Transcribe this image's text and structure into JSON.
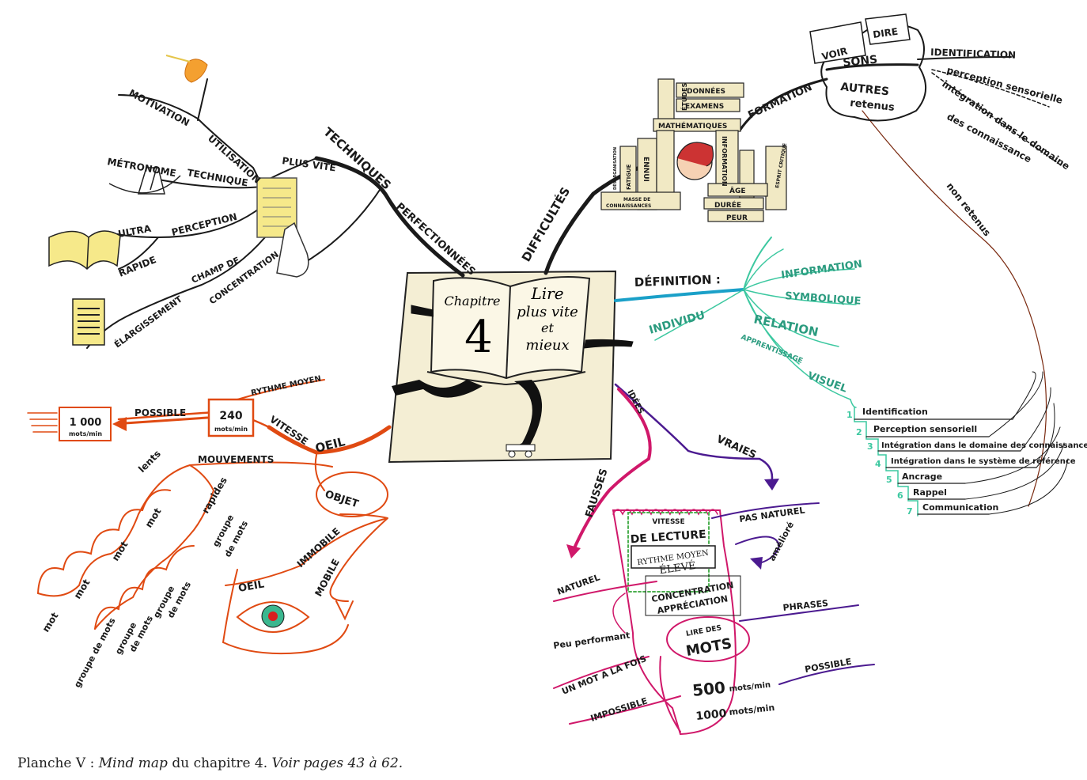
{
  "center": {
    "book_left": "Chapitre",
    "book_left_num": "4",
    "book_right_1": "Lire",
    "book_right_2": "plus vite",
    "book_right_3": "et",
    "book_right_4": "mieux"
  },
  "techniques": {
    "main_1": "TECHNIQUES",
    "main_2": "PERFECTIONNÉES",
    "plus_vite": "PLUS VITE",
    "utilisation": "UTILISATION",
    "motivation": "MOTIVATION",
    "technique": "TECHNIQUE",
    "metronome": "MÉTRONOME",
    "ultra": "ULTRA",
    "rapide": "RAPIDE",
    "perception": "PERCEPTION",
    "champ_de": "CHAMP DE",
    "concentration": "CONCENTRATION",
    "elargissement": "ÉLARGISSEMENT"
  },
  "difficultes": {
    "main": "DIFFICULTÉS",
    "formation": "FORMATION",
    "voir": "VOIR",
    "dire": "DIRE",
    "sons": "SONS",
    "autres": "AUTRES",
    "retenus": "retenus",
    "identification": "IDENTIFICATION",
    "perception_sensorielle": "perception sensorielle",
    "integration_1": "intégration dans le domaine",
    "integration_2": "des connaissance",
    "non_retenus": "non retenus",
    "books": {
      "etudes": "ÉTUDES",
      "donnees": "DONNÉES",
      "examens": "EXAMENS",
      "mathematiques": "MATHÉMATIQUES",
      "ennui": "ENNUI",
      "fatigue": "FATIGUE",
      "desorganisation": "DÉSORGANISATION",
      "masse": "MASSE DE",
      "connaissances": "CONNAISSANCES",
      "information": "INFORMATION",
      "esprit_critique": "ESPRIT CRITIQUE",
      "age": "ÂGE",
      "duree": "DURÉE",
      "peur": "PEUR"
    }
  },
  "definition": {
    "main": "DÉFINITION :",
    "information": "INFORMATION",
    "symbolique": "SYMBOLIQUE",
    "individu": "INDIVIDU",
    "relation": "RELATION",
    "apprentissage": "APPRENTISSAGE",
    "visuel": "VISUEL",
    "steps": [
      {
        "n": "1",
        "label": "Identification"
      },
      {
        "n": "2",
        "label": "Perception sensoriell"
      },
      {
        "n": "3",
        "label": "Intégration dans le domaine  des connaissances"
      },
      {
        "n": "4",
        "label": "Intégration dans le système de référence"
      },
      {
        "n": "5",
        "label": "Ancrage"
      },
      {
        "n": "6",
        "label": "Rappel"
      },
      {
        "n": "7",
        "label": "Communication"
      }
    ]
  },
  "oeil": {
    "main": "OEIL",
    "vitesse": "VITESSE",
    "rythme_moyen": "RYTHME MOYEN",
    "v240": "240",
    "v240_unit": "mots/min",
    "possible": "POSSIBLE",
    "v1000": "1 000",
    "v1000_unit": "mots/min",
    "mouvements": "MOUVEMENTS",
    "lents": "lents",
    "rapides": "rapides",
    "mot": "mot",
    "groupe_de_mots": "groupe de mots",
    "groupe": "groupe",
    "de_mots": "de mots",
    "objet": "OBJET",
    "immobile": "IMMOBILE",
    "mobile": "MOBILE",
    "oeil2": "OEIL"
  },
  "idees": {
    "main": "IDÉES",
    "fausses": "FAUSSES",
    "vraies": "VRAIES",
    "naturel": "NATUREL",
    "pas_naturel": "PAS NATUREL",
    "ameliore": "amélioré",
    "peu_performant": "Peu performant",
    "un_mot": "UN MOT A LA FOIS",
    "impossible": "IMPOSSIBLE",
    "phrases": "PHRASES",
    "possible": "POSSIBLE",
    "vitesse": "VITESSE",
    "de_lecture": "DE LECTURE",
    "rythme_moyen": "RYTHME MOYEN",
    "eleve": "ÉLEVÉ",
    "concentration": "CONCENTRATION",
    "appreciation": "APPRÉCIATION",
    "lire_des": "LIRE DES",
    "mots": "MOTS",
    "v500": "500",
    "v500_unit": "mots/min",
    "v1000": "1000",
    "v1000_unit": "mots/min"
  },
  "caption": {
    "a": "Planche V : ",
    "b": "Mind map",
    "c": " du chapitre 4. ",
    "d": "Voir pages 43 à 62."
  },
  "colors": {
    "black": "#1a1a1a",
    "orange": "#e04a12",
    "teal": "#3cc8a0",
    "pink": "#d0186a",
    "purple": "#4b1a90",
    "yellow": "#f3e36a",
    "paper": "#f6efd2"
  }
}
